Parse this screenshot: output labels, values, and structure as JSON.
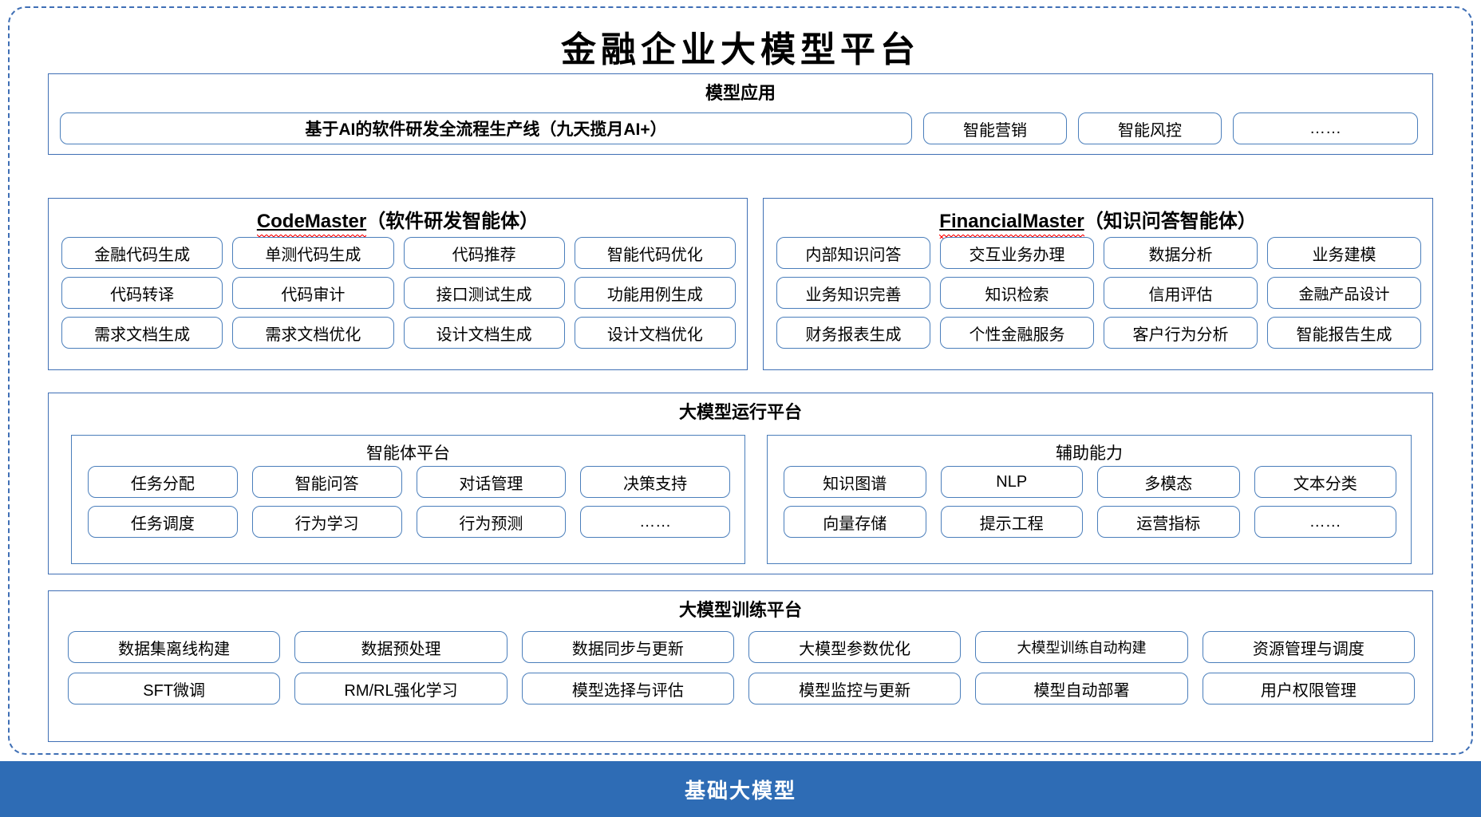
{
  "title": "金融企业大模型平台",
  "model_application": {
    "title": "模型应用",
    "items": [
      "基于AI的软件研发全流程生产线（九天揽月AI+）",
      "智能营销",
      "智能风控",
      "……"
    ]
  },
  "agents": [
    {
      "name_en": "CodeMaster",
      "name_cn": "（软件研发智能体）",
      "spellcheck_underline": true,
      "items": [
        "金融代码生成",
        "单测代码生成",
        "代码推荐",
        "智能代码优化",
        "代码转译",
        "代码审计",
        "接口测试生成",
        "功能用例生成",
        "需求文档生成",
        "需求文档优化",
        "设计文档生成",
        "设计文档优化"
      ]
    },
    {
      "name_en": "FinancialMaster",
      "name_cn": "（知识问答智能体）",
      "spellcheck_underline": true,
      "items": [
        "内部知识问答",
        "交互业务办理",
        "数据分析",
        "业务建模",
        "业务知识完善",
        "知识检索",
        "信用评估",
        "金融产品设计",
        "财务报表生成",
        "个性金融服务",
        "客户行为分析",
        "智能报告生成"
      ]
    }
  ],
  "runtime_platform": {
    "title": "大模型运行平台",
    "subpanels": [
      {
        "title": "智能体平台",
        "items": [
          "任务分配",
          "智能问答",
          "对话管理",
          "决策支持",
          "任务调度",
          "行为学习",
          "行为预测",
          "……"
        ]
      },
      {
        "title": "辅助能力",
        "items": [
          "知识图谱",
          "NLP",
          "多模态",
          "文本分类",
          "向量存储",
          "提示工程",
          "运营指标",
          "……"
        ]
      }
    ]
  },
  "training_platform": {
    "title": "大模型训练平台",
    "items": [
      "数据集离线构建",
      "数据预处理",
      "数据同步与更新",
      "大模型参数优化",
      "大模型训练自动构建",
      "资源管理与调度",
      "SFT微调",
      "RM/RL强化学习",
      "模型选择与评估",
      "模型监控与更新",
      "模型自动部署",
      "用户权限管理"
    ]
  },
  "base_model": {
    "label": "基础大模型"
  },
  "colors": {
    "border_blue": "#3f6fb5",
    "chip_border": "#4a7ebb",
    "base_bar": "#2E6CB5",
    "spellcheck_red": "#ff0000"
  }
}
